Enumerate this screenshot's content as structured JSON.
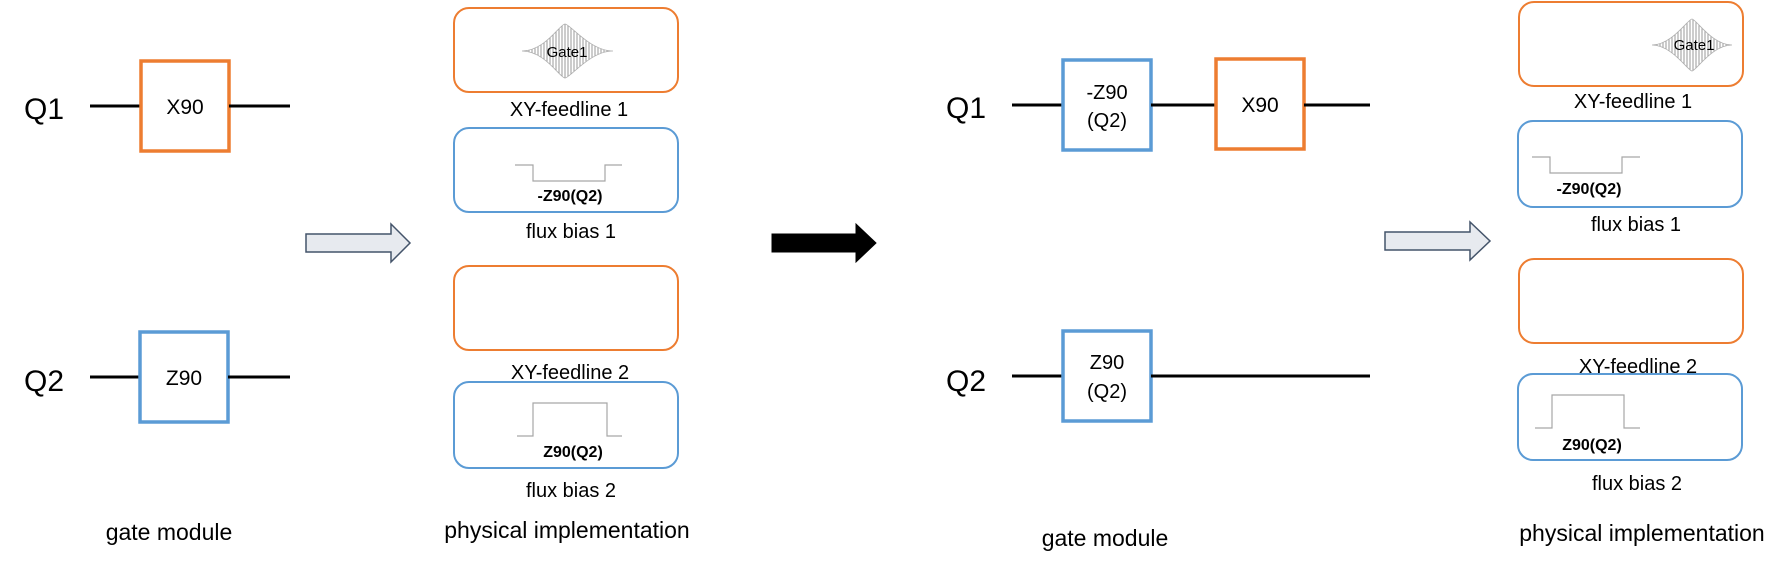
{
  "colors": {
    "orange": "#ED7D31",
    "blue": "#5B9BD5",
    "black": "#000000",
    "waveform": "#A6A6A6",
    "arrow_fill": "#E7EAEF",
    "arrow_stroke": "#44546A"
  },
  "left_panel": {
    "qubits": {
      "q1": "Q1",
      "q2": "Q2"
    },
    "gate_q1": "X90",
    "gate_q2": "Z90",
    "caption": "gate module",
    "physical": {
      "xy1": {
        "label": "XY-feedline 1",
        "pulse": "Gate1"
      },
      "flux1": {
        "label": "flux bias 1",
        "pulse": "-Z90(Q2)"
      },
      "xy2": {
        "label": "XY-feedline 2"
      },
      "flux2": {
        "label": "flux bias 2",
        "pulse": "Z90(Q2)"
      },
      "caption": "physical implementation"
    }
  },
  "right_panel": {
    "qubits": {
      "q1": "Q1",
      "q2": "Q2"
    },
    "gate_q1_a": {
      "line1": "-Z90",
      "line2": "(Q2)"
    },
    "gate_q1_b": "X90",
    "gate_q2": {
      "line1": "Z90",
      "line2": "(Q2)"
    },
    "caption": "gate module",
    "physical": {
      "xy1": {
        "label": "XY-feedline 1",
        "pulse": "Gate1"
      },
      "flux1": {
        "label": "flux bias 1",
        "pulse": "-Z90(Q2)"
      },
      "xy2": {
        "label": "XY-feedline 2"
      },
      "flux2": {
        "label": "flux bias 2",
        "pulse": "Z90(Q2)"
      },
      "caption": "physical implementation"
    }
  }
}
